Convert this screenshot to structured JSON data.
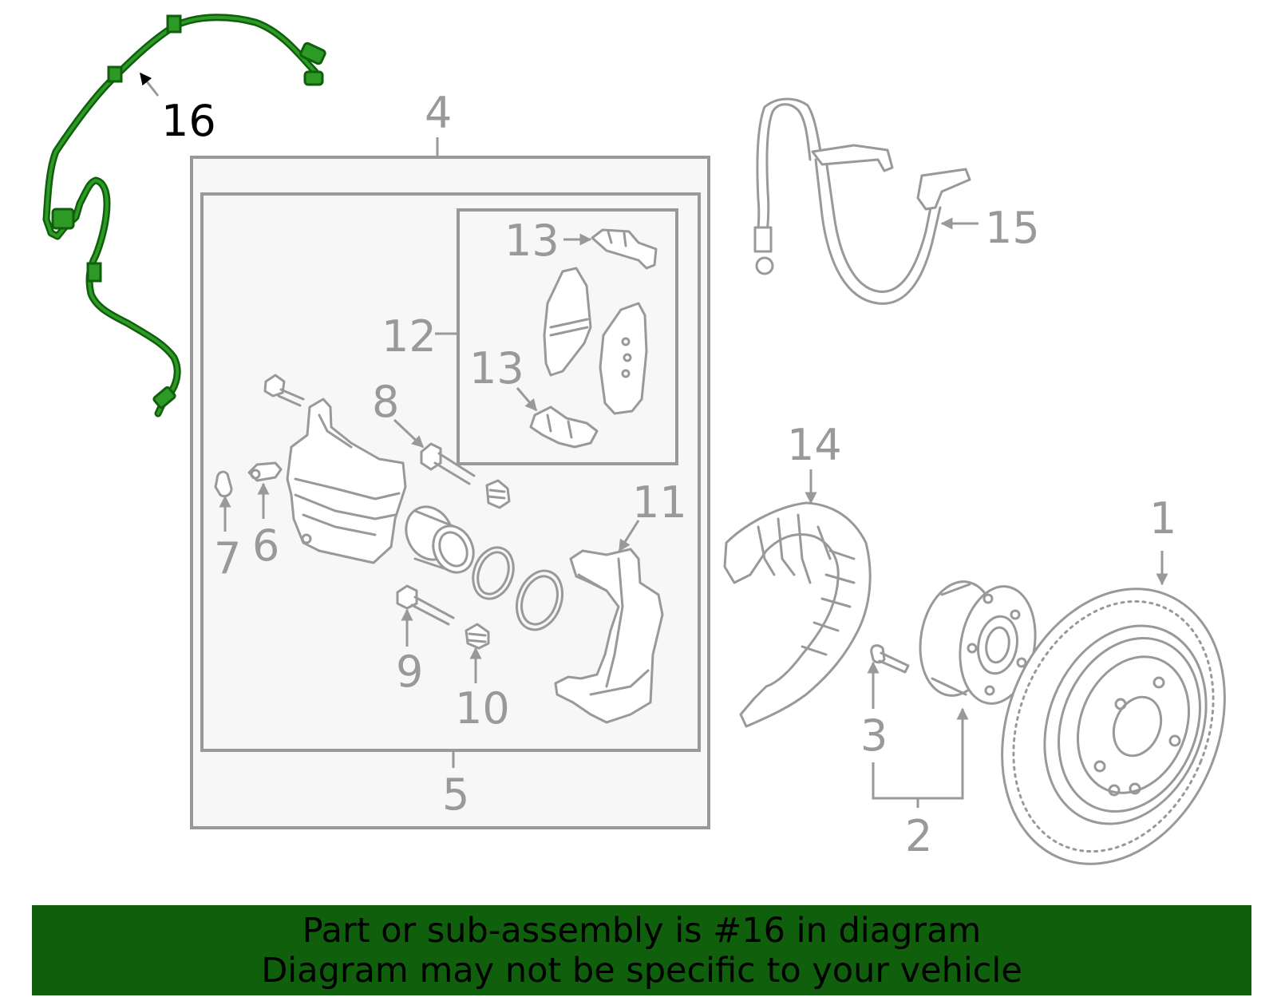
{
  "colors": {
    "line": "#999999",
    "panel": "#f7f7f7",
    "highlight_fill": "#2c9a24",
    "highlight_stroke": "#0f5f0c",
    "banner": "#0f5f0c",
    "highlight_label": "#000000"
  },
  "highlighted_part": "16",
  "callouts": {
    "c1": "1",
    "c2": "2",
    "c3": "3",
    "c4": "4",
    "c5": "5",
    "c6": "6",
    "c7": "7",
    "c8": "8",
    "c9": "9",
    "c10": "10",
    "c11": "11",
    "c12": "12",
    "c13a": "13",
    "c13b": "13",
    "c14": "14",
    "c15": "15",
    "c16": "16"
  },
  "banner": {
    "line1": "Part or sub-assembly is #16 in diagram",
    "line2": "Diagram may not be specific to your vehicle"
  }
}
